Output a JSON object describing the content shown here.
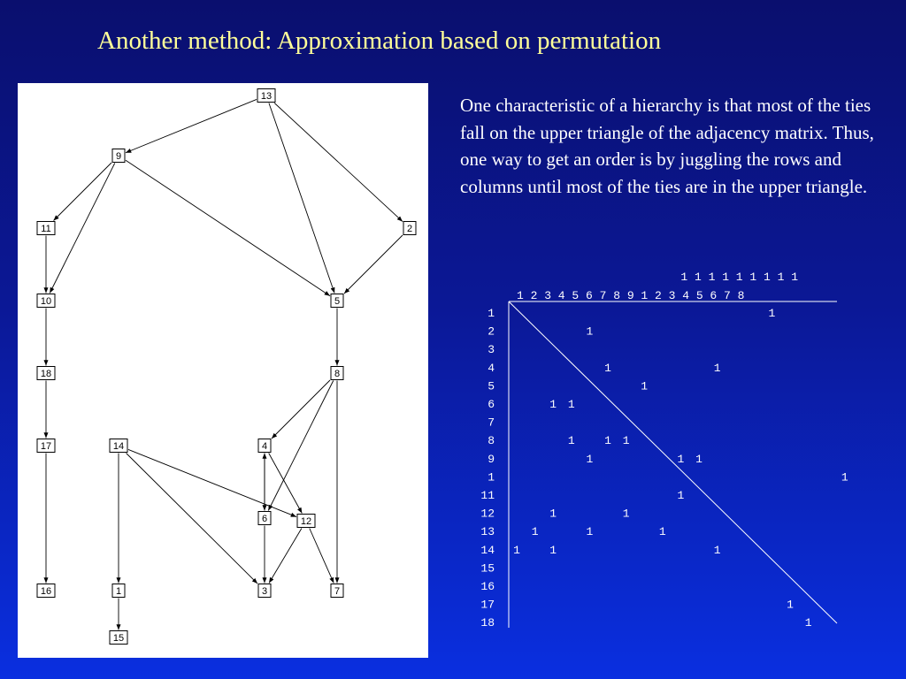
{
  "slide": {
    "title": "Another method: Approximation based on permutation",
    "description": "One characteristic of a hierarchy is that most of the ties fall on the upper triangle of the adjacency matrix.  Thus, one way to get an order is by juggling the rows and columns until most of the ties are in the upper triangle."
  },
  "graph": {
    "nodes": [
      "13",
      "9",
      "2",
      "11",
      "10",
      "5",
      "18",
      "8",
      "17",
      "14",
      "4",
      "6",
      "12",
      "16",
      "1",
      "3",
      "7",
      "15"
    ],
    "edges": [
      [
        "13",
        "9"
      ],
      [
        "13",
        "5"
      ],
      [
        "13",
        "2"
      ],
      [
        "9",
        "11"
      ],
      [
        "9",
        "10"
      ],
      [
        "9",
        "5"
      ],
      [
        "2",
        "5"
      ],
      [
        "11",
        "10"
      ],
      [
        "10",
        "18"
      ],
      [
        "18",
        "17"
      ],
      [
        "17",
        "16"
      ],
      [
        "5",
        "8"
      ],
      [
        "8",
        "4"
      ],
      [
        "8",
        "6"
      ],
      [
        "8",
        "7"
      ],
      [
        "14",
        "1"
      ],
      [
        "14",
        "3"
      ],
      [
        "14",
        "12"
      ],
      [
        "4",
        "6"
      ],
      [
        "6",
        "4"
      ],
      [
        "4",
        "12"
      ],
      [
        "6",
        "3"
      ],
      [
        "12",
        "3"
      ],
      [
        "12",
        "7"
      ],
      [
        "1",
        "15"
      ]
    ]
  },
  "matrix": {
    "col_header_top": "1 1 1 1 1 1 1 1 1",
    "col_header_bottom": "1 2 3 4 5 6 7 8 9   1 2 3 4 5 6 7 8",
    "rows": [
      {
        "label": "1",
        "entries": [
          [
            15,
            "1"
          ]
        ]
      },
      {
        "label": "2",
        "entries": [
          [
            5,
            "1"
          ]
        ]
      },
      {
        "label": "3",
        "entries": []
      },
      {
        "label": "4",
        "entries": [
          [
            6,
            "1"
          ],
          [
            12,
            "1"
          ]
        ]
      },
      {
        "label": "5",
        "entries": [
          [
            8,
            "1"
          ]
        ]
      },
      {
        "label": "6",
        "entries": [
          [
            3,
            "1"
          ],
          [
            4,
            "1"
          ]
        ]
      },
      {
        "label": "7",
        "entries": []
      },
      {
        "label": "8",
        "entries": [
          [
            4,
            "1"
          ],
          [
            6,
            "1"
          ],
          [
            7,
            "1"
          ]
        ]
      },
      {
        "label": "9",
        "entries": [
          [
            5,
            "1"
          ],
          [
            10,
            "1"
          ],
          [
            11,
            "1"
          ]
        ]
      },
      {
        "label": "1",
        "entries": [
          [
            19,
            "1"
          ]
        ]
      },
      {
        "label": "11",
        "entries": [
          [
            10,
            "1"
          ]
        ]
      },
      {
        "label": "12",
        "entries": [
          [
            3,
            "1"
          ],
          [
            7,
            "1"
          ]
        ]
      },
      {
        "label": "13",
        "entries": [
          [
            2,
            "1"
          ],
          [
            5,
            "1"
          ],
          [
            9,
            "1"
          ]
        ]
      },
      {
        "label": "14",
        "entries": [
          [
            1,
            "1"
          ],
          [
            3,
            "1"
          ],
          [
            12,
            "1"
          ]
        ]
      },
      {
        "label": "15",
        "entries": []
      },
      {
        "label": "16",
        "entries": []
      },
      {
        "label": "17",
        "entries": [
          [
            16,
            "1"
          ]
        ]
      },
      {
        "label": "18",
        "entries": [
          [
            17,
            "1"
          ]
        ]
      }
    ]
  }
}
